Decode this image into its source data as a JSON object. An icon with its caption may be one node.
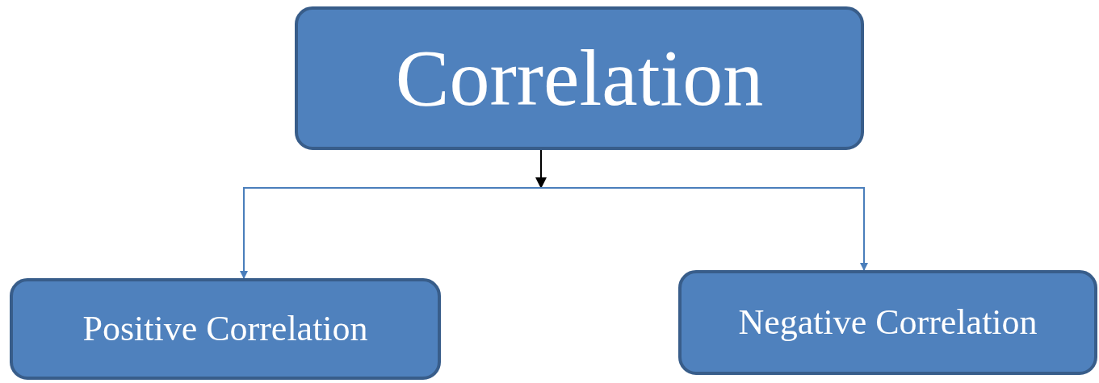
{
  "diagram": {
    "nodes": [
      {
        "text": [
          "Correlation"
        ]
      },
      {
        "text": [
          "Positive Correlation"
        ]
      },
      {
        "text": [
          "Negative Correlation"
        ]
      }
    ],
    "edges": [
      {
        "from": 0,
        "to": 1,
        "arrow": "to"
      },
      {
        "from": 0,
        "to": 2,
        "arrow": "to"
      }
    ]
  }
}
